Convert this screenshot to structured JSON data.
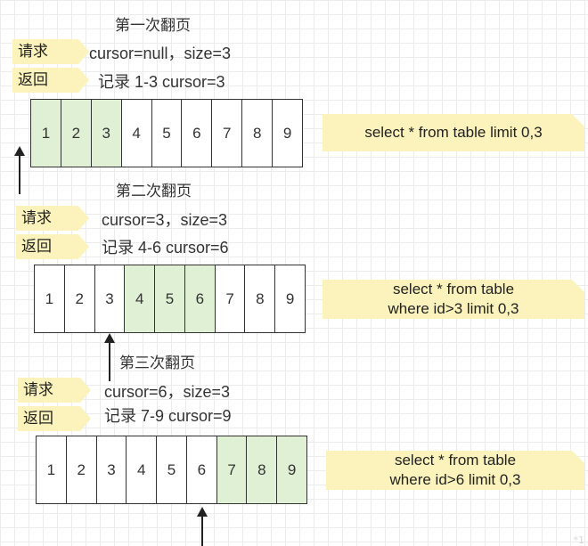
{
  "pages": [
    {
      "title": "第一次翻页",
      "request_tag": "请求",
      "request_text": "cursor=null，size=3",
      "response_tag": "返回",
      "response_text": "记录 1-3   cursor=3",
      "cells": [
        "1",
        "2",
        "3",
        "4",
        "5",
        "6",
        "7",
        "8",
        "9"
      ],
      "highlighted": [
        1,
        2,
        3
      ],
      "sql_lines": [
        "select * from table  limit 0,3"
      ]
    },
    {
      "title": "第二次翻页",
      "request_tag": "请求",
      "request_text": "cursor=3，size=3",
      "response_tag": "返回",
      "response_text": "记录 4-6   cursor=6",
      "cells": [
        "1",
        "2",
        "3",
        "4",
        "5",
        "6",
        "7",
        "8",
        "9"
      ],
      "highlighted": [
        4,
        5,
        6
      ],
      "sql_lines": [
        "select * from table",
        "where id>3  limit 0,3"
      ]
    },
    {
      "title": "第三次翻页",
      "request_tag": "请求",
      "request_text": "cursor=6，size=3",
      "response_tag": "返回",
      "response_text": "记录 7-9  cursor=9",
      "cells": [
        "1",
        "2",
        "3",
        "4",
        "5",
        "6",
        "7",
        "8",
        "9"
      ],
      "highlighted": [
        7,
        8,
        9
      ],
      "sql_lines": [
        "select * from table",
        "where id>6  limit 0,3"
      ]
    }
  ],
  "colors": {
    "highlight": "#dff0d5",
    "tag_bg": "#fbf3bb"
  },
  "watermark": "*1 "
}
